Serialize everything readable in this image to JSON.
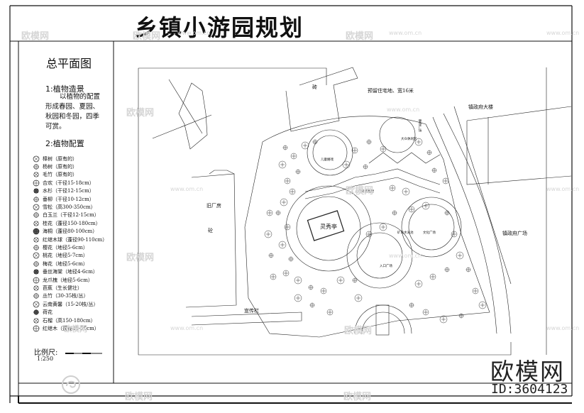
{
  "header": {
    "title": "乡镇小游园规划"
  },
  "sidebar": {
    "plan_title": "总平面图",
    "section1_heading": "1:植物造景",
    "section1_lines": [
      "以植物的配置",
      "形成春园、夏园、",
      "秋园和冬园，四季",
      "可赏。"
    ],
    "section2_heading": "2:植物配置",
    "legend": [
      {
        "label": "樟树（原有的）",
        "icon": "tree-broadleaf-icon"
      },
      {
        "label": "杨树（原有的）",
        "icon": "tree-round-icon"
      },
      {
        "label": "毛竹（原有的）",
        "icon": "bamboo-icon"
      },
      {
        "label": "合欢（干径15-18cm）",
        "icon": "tree-star-icon"
      },
      {
        "label": "水杉（干径12-15cm）",
        "icon": "conifer-icon"
      },
      {
        "label": "垂柳（干径10-12cm）",
        "icon": "willow-icon"
      },
      {
        "label": "雪松（高300-350cm）",
        "icon": "cedar-icon"
      },
      {
        "label": "白玉兰（干径12-15cm）",
        "icon": "magnolia-icon"
      },
      {
        "label": "桂花（蓬径150-180cm）",
        "icon": "osmanthus-icon"
      },
      {
        "label": "海桐（蓬径80-100cm）",
        "icon": "pittosporum-icon"
      },
      {
        "label": "红继木球（蓬径90-110cm）",
        "icon": "shrub-ball-icon"
      },
      {
        "label": "樱花（地径5-6cm）",
        "icon": "cherry-icon"
      },
      {
        "label": "桃花（地径5-7cm）",
        "icon": "peach-icon"
      },
      {
        "label": "梅花（地径5-6cm）",
        "icon": "plum-icon"
      },
      {
        "label": "垂丝海棠（地径4-6cm）",
        "icon": "crabapple-icon"
      },
      {
        "label": "龙爪槐（地径5-6cm）",
        "icon": "pagoda-tree-icon"
      },
      {
        "label": "芭蕉（生长健壮）",
        "icon": "banana-icon"
      },
      {
        "label": "丛竹（30-35枝/丛）",
        "icon": "bamboo-clump-icon"
      },
      {
        "label": "云南黄馨（15-20枝/丛）",
        "icon": "jasmine-icon"
      },
      {
        "label": "荷花",
        "icon": "lotus-icon"
      },
      {
        "label": "石榴（高150-180cm）",
        "icon": "pomegranate-icon"
      },
      {
        "label": "红继木（蓬径25-30cm）",
        "icon": "loropetalum-icon"
      }
    ],
    "scale_label": "比例尺:",
    "scale_value": "1:250"
  },
  "plan": {
    "labels": {
      "brick": "砖",
      "reserved_land": "预留住宅地、宽16米",
      "gov_building": "镇政府大楼",
      "gov_square": "镇政府广场",
      "old_factory": "旧厂房",
      "concrete": "砼",
      "pavilion": "灵秀亭",
      "bulletin": "宣传栏",
      "entry_square": "入口广场",
      "culture_square": "文化广场",
      "small_a": "入口景墙雕塑",
      "small_b": "儿童嬉戏",
      "small_c": "大众休闲区",
      "small_d": "健身广场",
      "small_e": "矿泉水泳池"
    }
  },
  "watermarks": {
    "text": "欧模网",
    "url": "www.om.cn"
  },
  "branding": {
    "name": "欧模网",
    "id": "ID:3604123"
  }
}
